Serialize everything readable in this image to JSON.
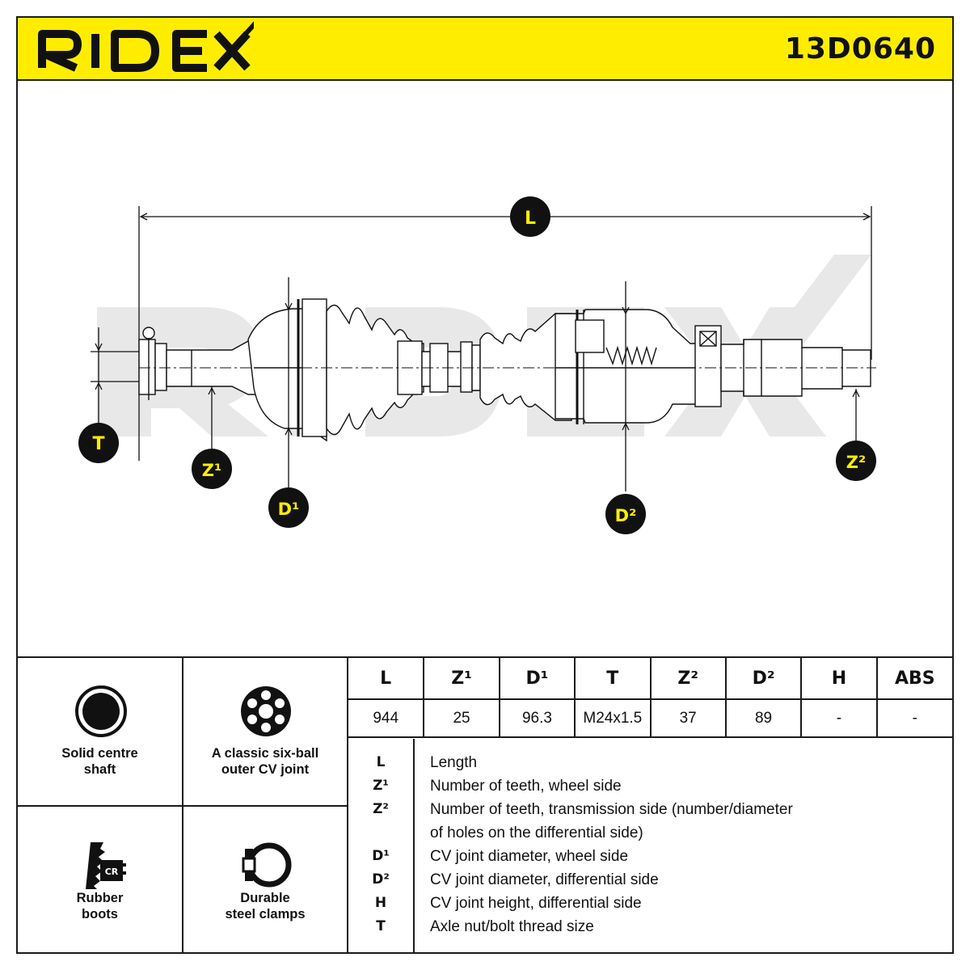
{
  "brand": "RIDEX",
  "part_number": "13D0640",
  "watermark": "RIDEX",
  "colors": {
    "brand_yellow": "#ffed00",
    "ink": "#111111",
    "watermark": "#e6e6e6"
  },
  "drawing": {
    "callouts": {
      "L": "L",
      "T": "T",
      "Z1": "Z¹",
      "D1": "D¹",
      "D2": "D²",
      "Z2": "Z²"
    }
  },
  "features": [
    {
      "label": "Solid centre\nshaft",
      "icon": "solid-shaft-icon"
    },
    {
      "label": "A classic six-ball\nouter CV joint",
      "icon": "six-ball-cv-joint-icon"
    },
    {
      "label": "Rubber\nboots",
      "icon": "rubber-boot-cr-icon"
    },
    {
      "label": "Durable\nsteel clamps",
      "icon": "steel-clamp-icon"
    }
  ],
  "specs": {
    "headers": [
      "L",
      "Z¹",
      "D¹",
      "T",
      "Z²",
      "D²",
      "H",
      "ABS"
    ],
    "values": [
      "944",
      "25",
      "96.3",
      "M24x1.5",
      "37",
      "89",
      "-",
      "-"
    ]
  },
  "legend": [
    {
      "key": "L",
      "text": "Length"
    },
    {
      "key": "Z¹",
      "text": "Number of teeth, wheel side"
    },
    {
      "key": "Z²",
      "text": "Number of teeth, transmission side (number/diameter"
    },
    {
      "key": "",
      "text": "of holes on the differential side)"
    },
    {
      "key": "D¹",
      "text": "CV joint diameter, wheel side"
    },
    {
      "key": "D²",
      "text": "CV joint diameter, differential side"
    },
    {
      "key": "H",
      "text": "CV joint height, differential side"
    },
    {
      "key": "T",
      "text": "Axle nut/bolt thread size"
    }
  ]
}
